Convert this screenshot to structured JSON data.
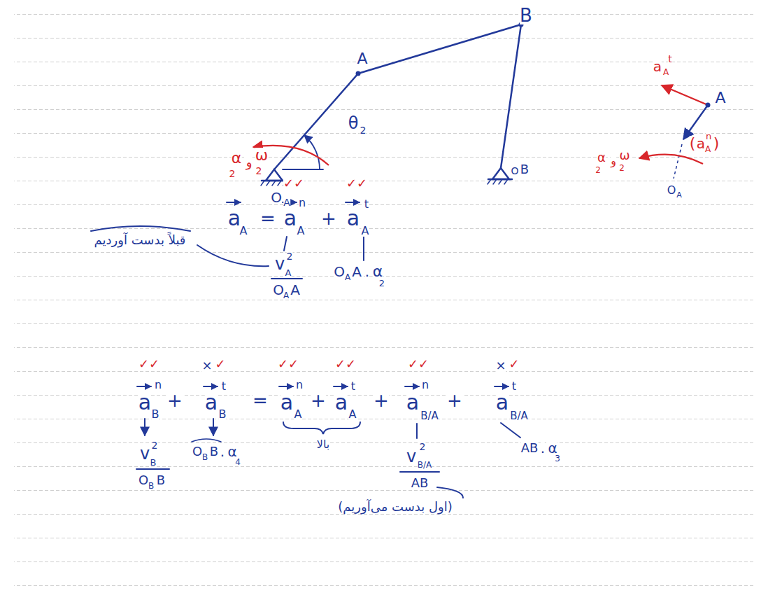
{
  "diagram": {
    "labels": [
      "B",
      "A",
      "θ",
      "2",
      "O",
      "A",
      "O",
      "B",
      "α",
      "2",
      "و",
      "ω",
      "2",
      "a",
      "A",
      "=",
      "a",
      "n",
      "A",
      "+",
      "a",
      "t",
      "A",
      "✓✓",
      "✓✓",
      "v",
      "A",
      "2",
      "O",
      "A",
      "A",
      "قبلاً بدست آوردیم",
      "O",
      "A",
      "A",
      ".",
      "α",
      "2",
      "a",
      "A",
      "t",
      "A",
      "(",
      "a",
      "A",
      "n",
      ")",
      "α",
      "2",
      "و",
      "ω",
      "2",
      "O",
      "A",
      "a",
      "B",
      "n",
      "+",
      "a",
      "B",
      "t",
      "=",
      "a",
      "A",
      "n",
      "+",
      "a",
      "A",
      "t",
      "+",
      "a",
      "B/A",
      "n",
      "+",
      "a",
      "B/A",
      "t",
      "✓✓",
      "×",
      "✓",
      "✓✓",
      "✓✓",
      "✓✓",
      "×",
      "✓",
      "بالا",
      "v",
      "B",
      "2",
      "O",
      "B",
      "B",
      "O",
      "B",
      "B",
      ".",
      "α",
      "4",
      "v",
      "B/A",
      "2",
      "AB",
      "(اول بدست می‌آوریم)",
      "AB",
      ".",
      "α",
      "3"
    ]
  }
}
